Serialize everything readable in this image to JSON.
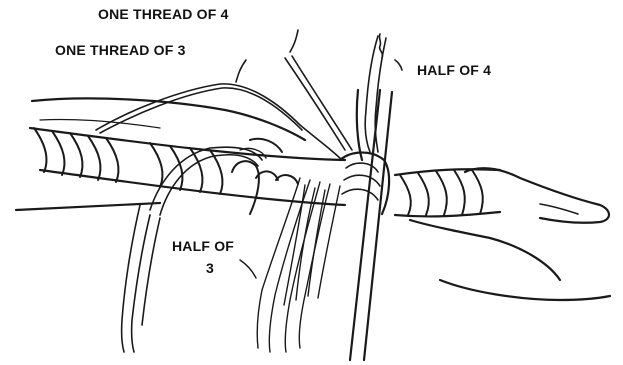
{
  "labels": {
    "one_thread_of_4": "ONE THREAD OF 4",
    "one_thread_of_3": "ONE THREAD OF 3",
    "half_of_4": "HALF OF 4",
    "half_of_3_line1": "HALF OF",
    "half_of_3_line2": "3"
  },
  "colors": {
    "ink": "#1a1a1a",
    "background": "#ffffff"
  }
}
